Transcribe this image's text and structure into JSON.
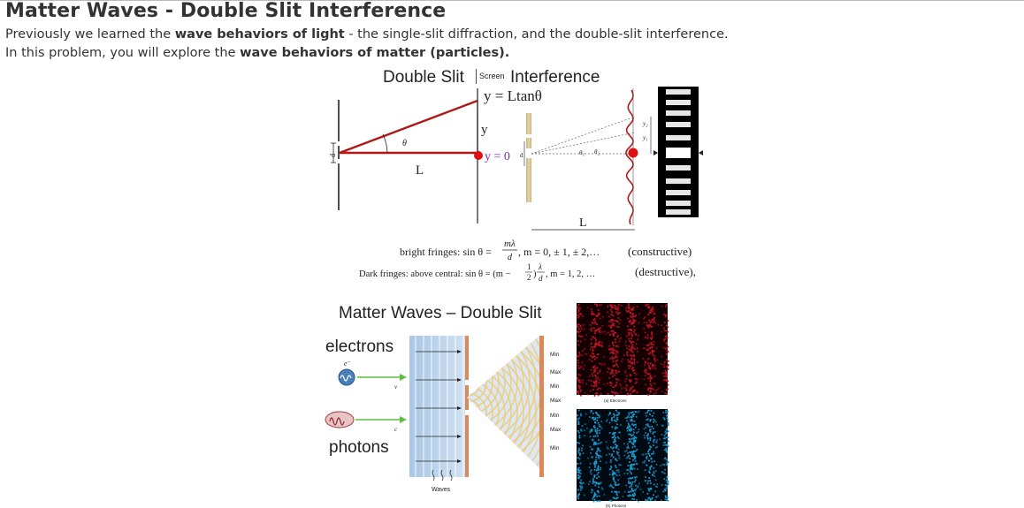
{
  "page": {
    "title": "Matter Waves - Double Slit Interference",
    "intro_line1": {
      "pre": "Previously we learned the ",
      "bold": "wave behaviors of light",
      "post": " - the single-slit diffraction, and the double-slit interference."
    },
    "intro_line2": {
      "pre": "In this problem, you will explore the ",
      "bold": "wave behaviors of matter (particles).",
      "post": ""
    }
  },
  "figure1": {
    "title_left": "Double Slit",
    "screen_label": "Screen",
    "title_right": "Interference",
    "equation": "y = Ltanθ",
    "y_label": "y",
    "theta_label": "θ",
    "d_label": "d",
    "L_left": "L",
    "y0_label": "y = 0",
    "L_right": "L",
    "theta1_label": "θ₁",
    "theta2_label": "θ₂",
    "y1_label": "y₁",
    "y2_label": "y₂",
    "bright_label": "bright fringes:  sin θ =",
    "bright_num": "mλ",
    "bright_den": "d",
    "bright_m": ", m = 0, ± 1, ± 2,…",
    "constructive": "(constructive)",
    "dark_label": "Dark fringes: above central:  sin θ = (m −",
    "dark_half_num": "1",
    "dark_half_den": "2",
    "dark_lambda_num": "λ",
    "dark_lambda_den": "d",
    "dark_m": ",  m = 1, 2, …",
    "destructive": "(destructive),",
    "colors": {
      "ray": "#b01818",
      "dot": "#e01010",
      "slit": "#d8c59a"
    }
  },
  "figure2": {
    "title": "Matter Waves – Double Slit",
    "electrons_label": "electrons",
    "photons_label": "photons",
    "e_symbol": "e⁻",
    "v_symbol": "v",
    "c_symbol": "c",
    "waves_label": "Waves",
    "screen_labels": [
      "Min",
      "Max",
      "Min",
      "Max",
      "Min",
      "Max",
      "Min"
    ],
    "electrons_caption": "(a) Electrons",
    "photons_caption": "(b) Photons",
    "colors": {
      "electrons_pattern": "#c81424",
      "photons_pattern": "#1a9cd2",
      "panel": "#b9d4ec"
    }
  }
}
